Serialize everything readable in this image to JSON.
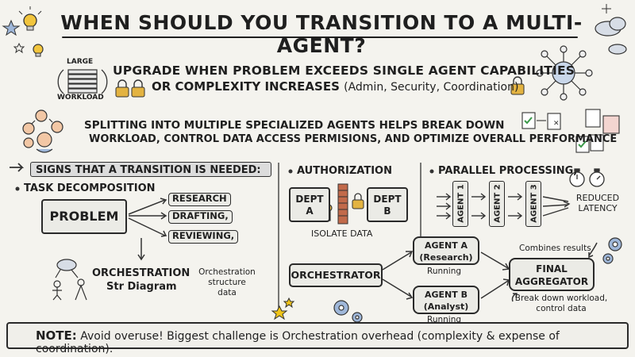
{
  "title": "WHEN SHOULD YOU TRANSITION TO A MULTI-AGENT?",
  "workload": {
    "large": "LARGE",
    "label": "WORKLOAD"
  },
  "upgrade": {
    "line1": "UPGRADE WHEN PROBLEM EXCEEDS SINGLE AGENT CAPABILITIES",
    "line2": "OR COMPLEXITY INCREASES",
    "line2_paren": "(Admin, Security, Coordination)"
  },
  "splitting": {
    "line1": "SPLITTING INTO MULTIPLE SPECIALIZED AGENTS HELPS BREAK DOWN",
    "line2": "WORKLOAD, CONTROL DATA ACCESS PERMISIONS, AND OPTIMIZE OVERALL PERFORMANCE"
  },
  "signs_header": "SIGNS THAT A TRANSITION IS NEEDED:",
  "task_decomposition": {
    "heading": "TASK DECOMPOSITION",
    "problem": "PROBLEM",
    "tasks": [
      "RESEARCH",
      "DRAFTING,",
      "REVIEWING,"
    ],
    "orch_title": "ORCHESTRATION",
    "orch_sub": "Str Diagram",
    "orch_note": [
      "Orchestration",
      "structure",
      "data"
    ]
  },
  "authorization": {
    "heading": "AUTHORIZATION",
    "dept_a": [
      "DEPT",
      "A"
    ],
    "dept_b": [
      "DEPT",
      "B"
    ],
    "isolate": "ISOLATE DATA"
  },
  "parallel": {
    "heading": "PARALLEL PROCESSING,",
    "agents": [
      "AGENT 1",
      "AGENT 2",
      "AGENT 3"
    ],
    "result": [
      "REDUCED",
      "LATENCY"
    ]
  },
  "orchestration_flow": {
    "orchestrator": "ORCHESTRATOR",
    "agent_a": [
      "AGENT A",
      "(Research)"
    ],
    "agent_b": [
      "AGENT B",
      "(Analyst)"
    ],
    "running_a": "Running",
    "running_b": "Running",
    "final": [
      "FINAL",
      "AGGREGATOR"
    ],
    "combines": "Combines results",
    "breakdown": [
      "Break down workload,",
      "control data"
    ]
  },
  "note": {
    "label": "NOTE:",
    "text": "Avoid overuse! Biggest challenge is Orchestration overhead (complexity & expense of coordination)."
  },
  "colors": {
    "lock": "#e3b341",
    "bulb": "#f2c53d",
    "star": "#f0c419",
    "gear": "#4a6fa5",
    "doc_green": "#3c9a4a",
    "doc_red": "#c0392b"
  }
}
